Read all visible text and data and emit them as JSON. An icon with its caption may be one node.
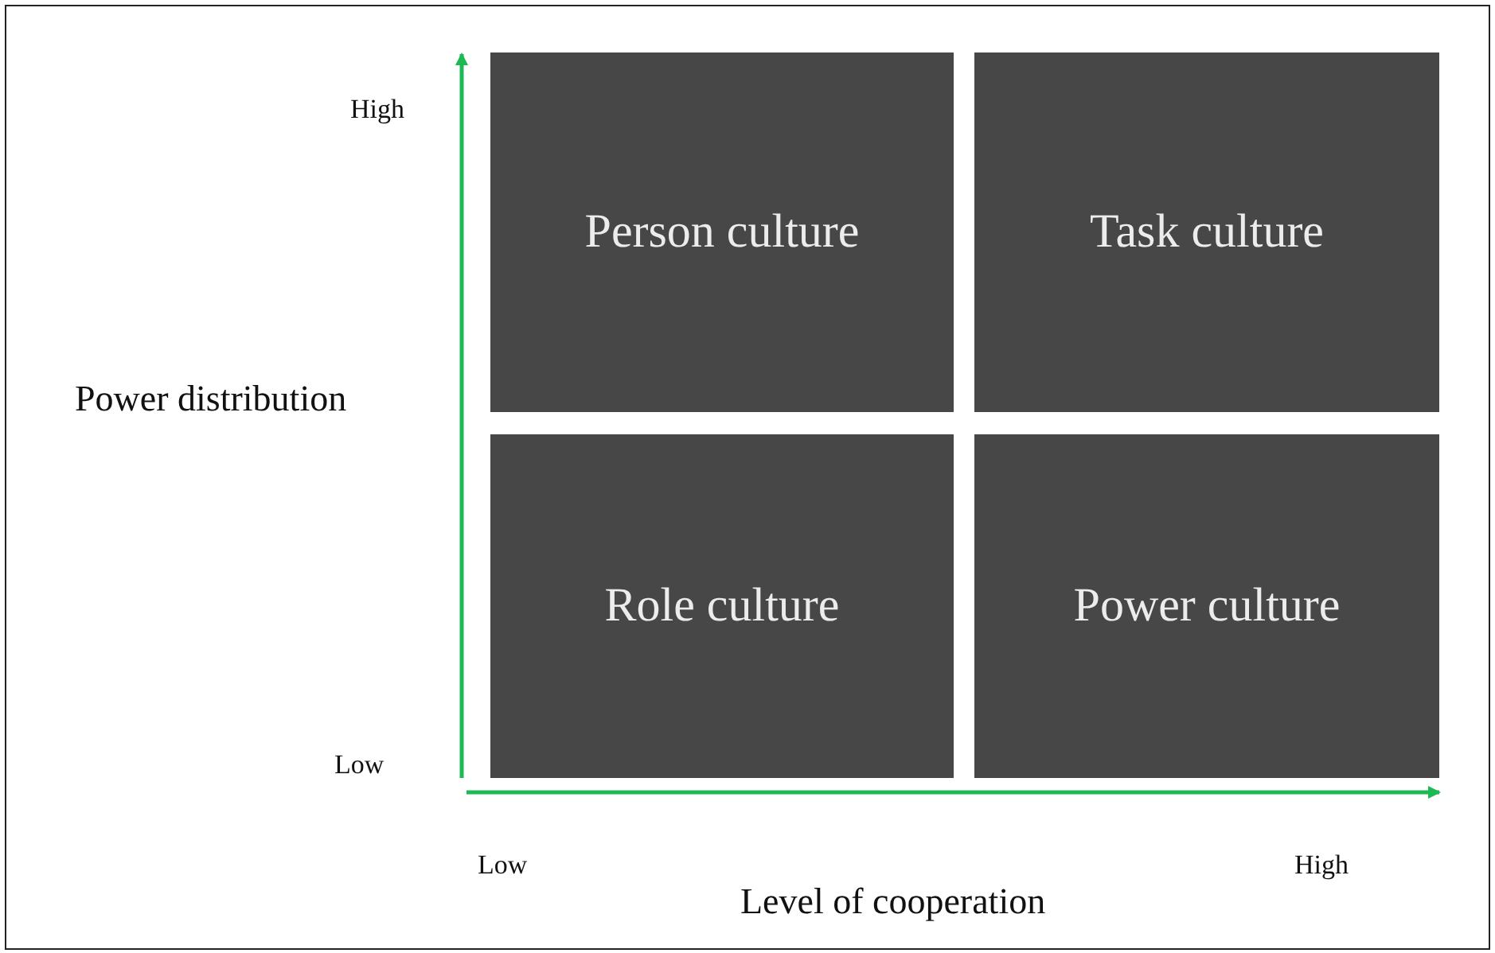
{
  "diagram": {
    "nodes": [
      {
        "text": [
          "Person culture"
        ]
      },
      {
        "text": [
          "Task culture"
        ]
      },
      {
        "text": [
          "Role culture"
        ]
      },
      {
        "text": [
          "Power culture"
        ]
      }
    ],
    "labels": [
      "High",
      "Power distribution",
      "Low",
      "Low",
      "High",
      "Level of cooperation"
    ]
  }
}
